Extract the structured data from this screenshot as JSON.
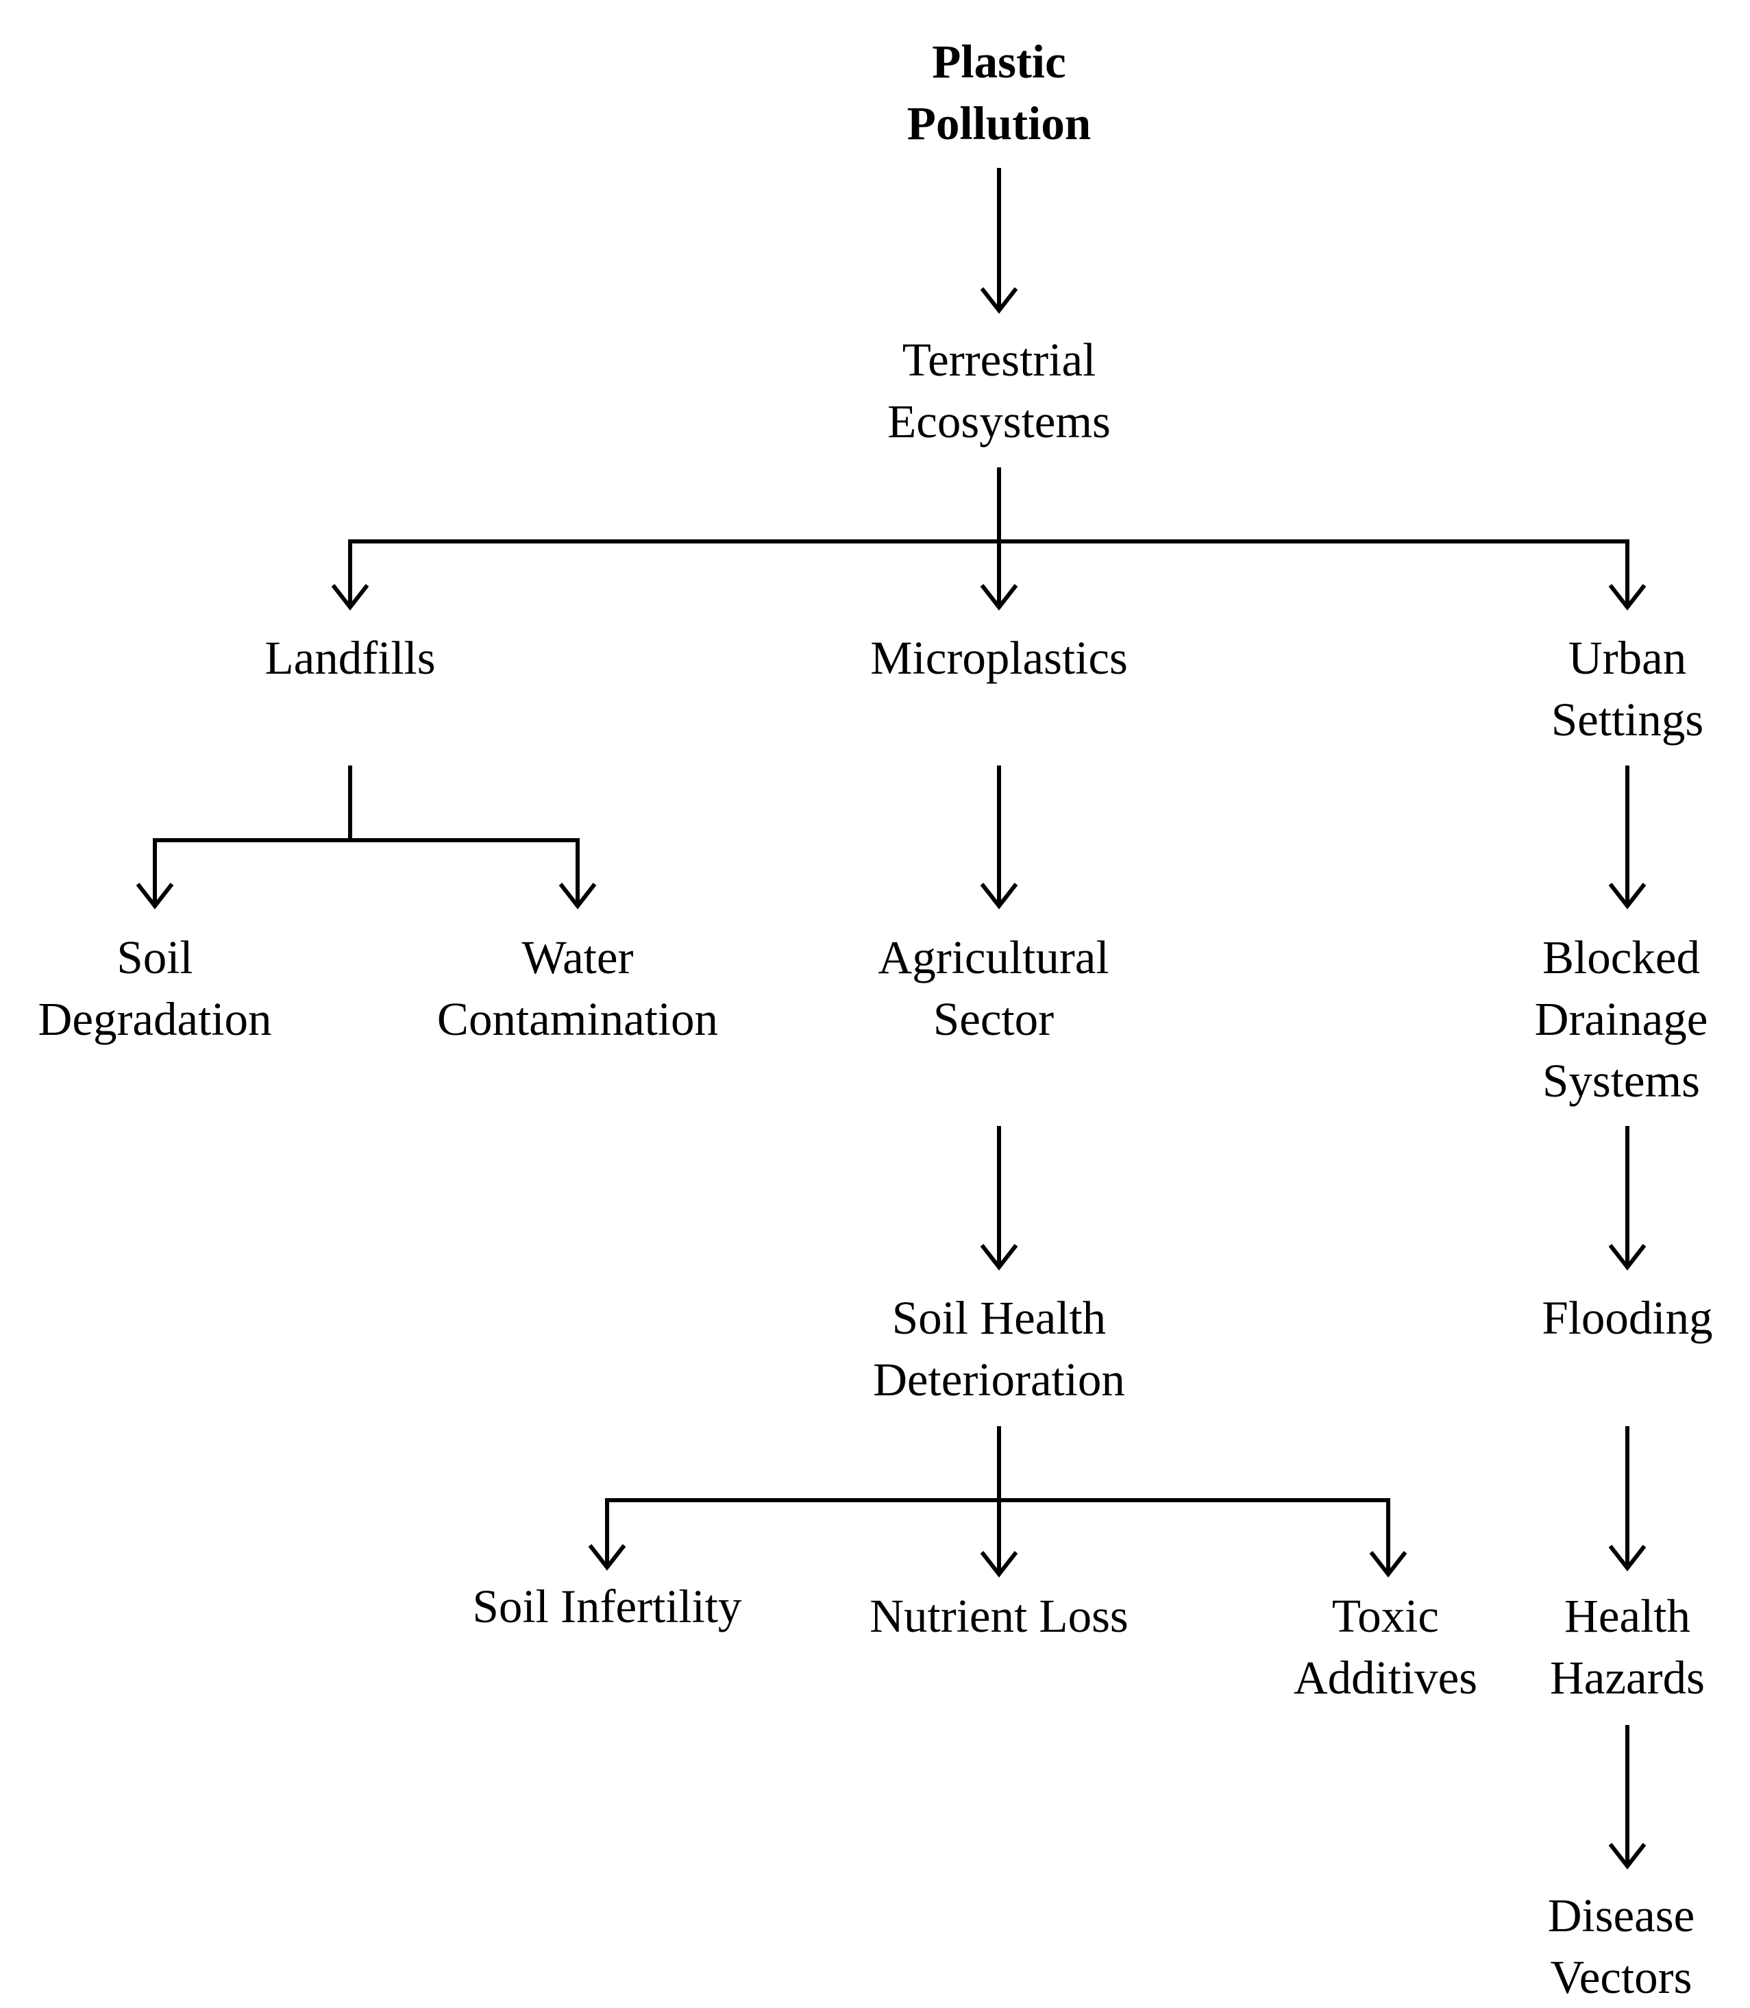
{
  "nodes": {
    "plastic_pollution": "Plastic\nPollution",
    "terrestrial_ecosystems": "Terrestrial\nEcosystems",
    "landfills": "Landfills",
    "microplastics": "Microplastics",
    "urban_settings": "Urban\nSettings",
    "soil_degradation": "Soil\nDegradation",
    "water_contamination": "Water\nContamination",
    "agricultural_sector": "Agricultural\nSector",
    "blocked_drainage_systems": "Blocked\nDrainage\nSystems",
    "soil_health_deterioration": "Soil Health\nDeterioration",
    "flooding": "Flooding",
    "soil_infertility": "Soil Infertility",
    "nutrient_loss": "Nutrient Loss",
    "toxic_additives": "Toxic\nAdditives",
    "health_hazards": "Health\nHazards",
    "disease_vectors": "Disease\nVectors"
  },
  "edges": [
    {
      "from": "plastic_pollution",
      "to": "terrestrial_ecosystems"
    },
    {
      "from": "terrestrial_ecosystems",
      "to": "landfills"
    },
    {
      "from": "terrestrial_ecosystems",
      "to": "microplastics"
    },
    {
      "from": "terrestrial_ecosystems",
      "to": "urban_settings"
    },
    {
      "from": "landfills",
      "to": "soil_degradation"
    },
    {
      "from": "landfills",
      "to": "water_contamination"
    },
    {
      "from": "microplastics",
      "to": "agricultural_sector"
    },
    {
      "from": "agricultural_sector",
      "to": "soil_health_deterioration"
    },
    {
      "from": "soil_health_deterioration",
      "to": "soil_infertility"
    },
    {
      "from": "soil_health_deterioration",
      "to": "nutrient_loss"
    },
    {
      "from": "soil_health_deterioration",
      "to": "toxic_additives"
    },
    {
      "from": "urban_settings",
      "to": "blocked_drainage_systems"
    },
    {
      "from": "blocked_drainage_systems",
      "to": "flooding"
    },
    {
      "from": "flooding",
      "to": "health_hazards"
    },
    {
      "from": "health_hazards",
      "to": "disease_vectors"
    }
  ]
}
